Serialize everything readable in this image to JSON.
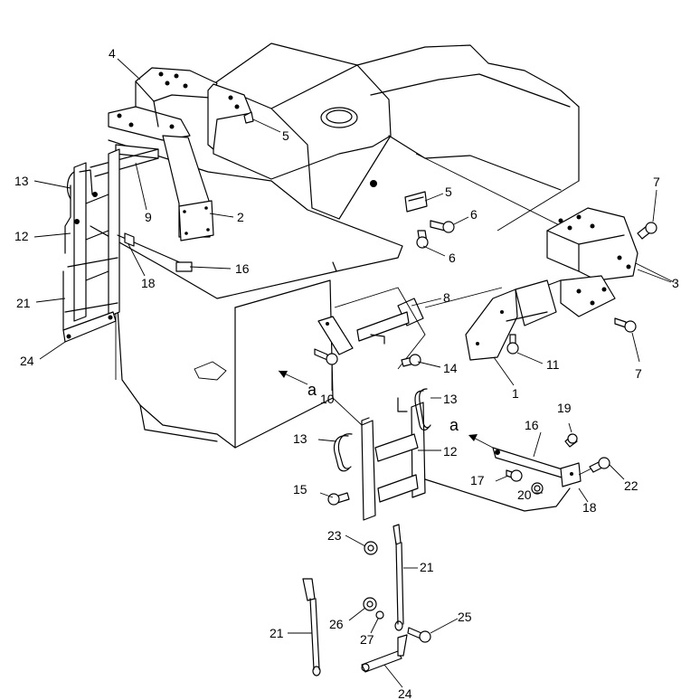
{
  "callouts": {
    "c1": "1",
    "c2": "2",
    "c3": "3",
    "c4": "4",
    "c5a": "5",
    "c5b": "5",
    "c6a": "6",
    "c6b": "6",
    "c7a": "7",
    "c7b": "7",
    "c8": "8",
    "c9": "9",
    "c10": "10",
    "c11": "11",
    "c12a": "12",
    "c12b": "12",
    "c13a": "13",
    "c13b": "13",
    "c13c": "13",
    "c14": "14",
    "c15": "15",
    "c16a": "16",
    "c16b": "16",
    "c17": "17",
    "c18a": "18",
    "c18b": "18",
    "c19": "19",
    "c20": "20",
    "c21a": "21",
    "c21b": "21",
    "c21c": "21",
    "c22": "22",
    "c23": "23",
    "c24a": "24",
    "c24b": "24",
    "c25": "25",
    "c26": "26",
    "c27": "27"
  },
  "view_markers": {
    "a1": "a",
    "a2": "a"
  },
  "colors": {
    "ink": "#000000",
    "paper": "#ffffff"
  }
}
